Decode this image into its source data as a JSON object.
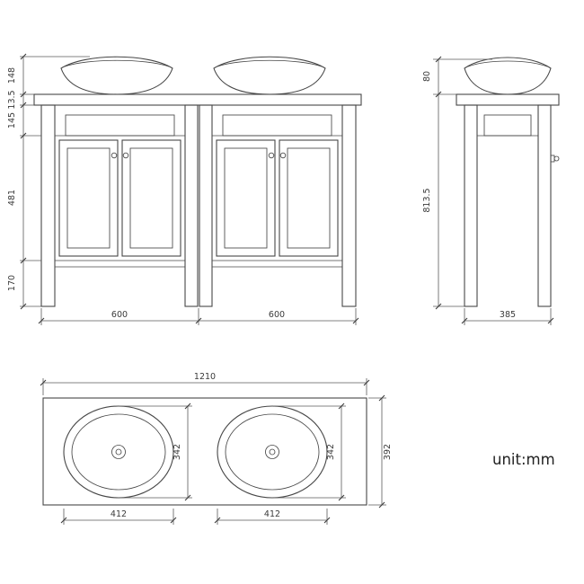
{
  "unit_label": "unit:mm",
  "views": {
    "front": {
      "dims": {
        "basin_height": "148",
        "countertop_thickness": "13.5",
        "apron_height": "145",
        "door_height": "481",
        "leg_height": "170",
        "left_unit_width": "600",
        "right_unit_width": "600"
      }
    },
    "side": {
      "dims": {
        "basin_height": "80",
        "total_height": "813.5",
        "depth": "385"
      }
    },
    "top": {
      "dims": {
        "overall_width": "1210",
        "left_basin_depth": "342",
        "right_basin_depth": "342",
        "counter_depth": "392",
        "left_basin_width": "412",
        "right_basin_width": "412"
      }
    }
  }
}
